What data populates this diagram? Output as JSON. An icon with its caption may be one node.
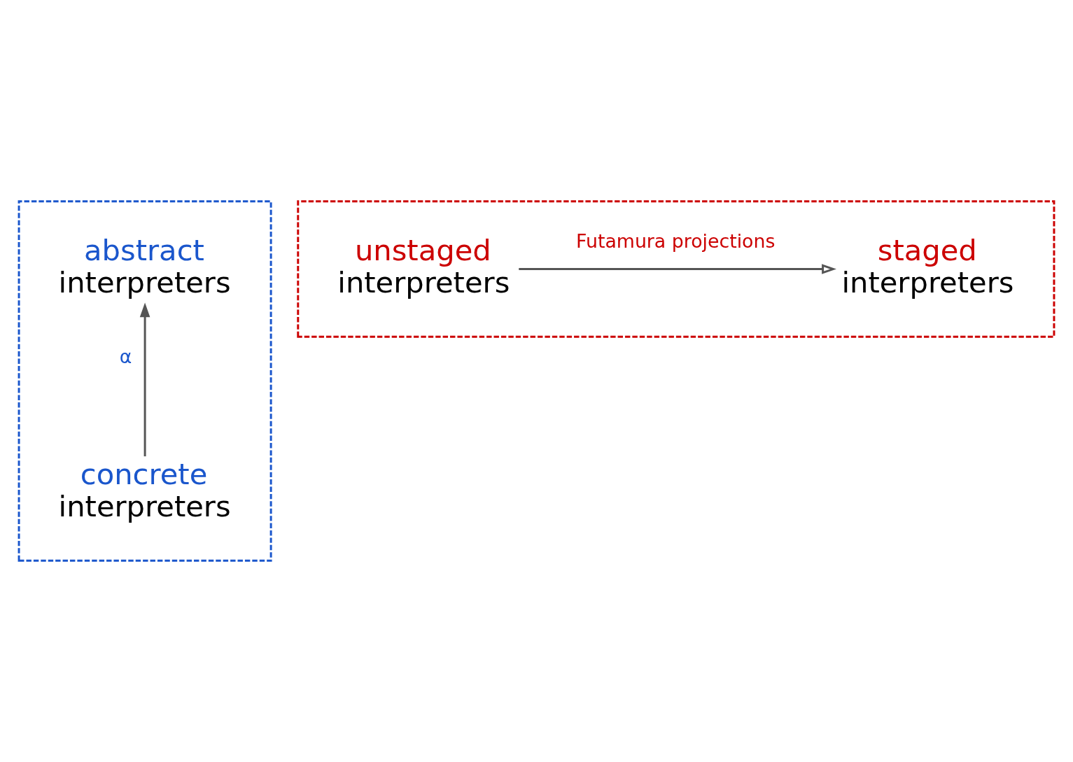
{
  "diagram": {
    "nodes": [
      {
        "text": [],
        "shape": "box"
      },
      {
        "text": [
          "abstract",
          "interpreters"
        ],
        "in": 0
      },
      {
        "text": [
          "concrete",
          "interpreters"
        ],
        "in": 0
      },
      {
        "text": [],
        "shape": "box"
      },
      {
        "text": [
          "unstaged",
          "interpreters"
        ],
        "in": 3
      },
      {
        "text": [
          "staged",
          "interpreters"
        ],
        "in": 3
      }
    ],
    "edges": [
      {
        "from": 2,
        "to": 1,
        "arrow": "to",
        "label": "α"
      },
      {
        "from": 4,
        "to": 5,
        "arrow": "to",
        "label": "Futamura projections"
      }
    ]
  }
}
